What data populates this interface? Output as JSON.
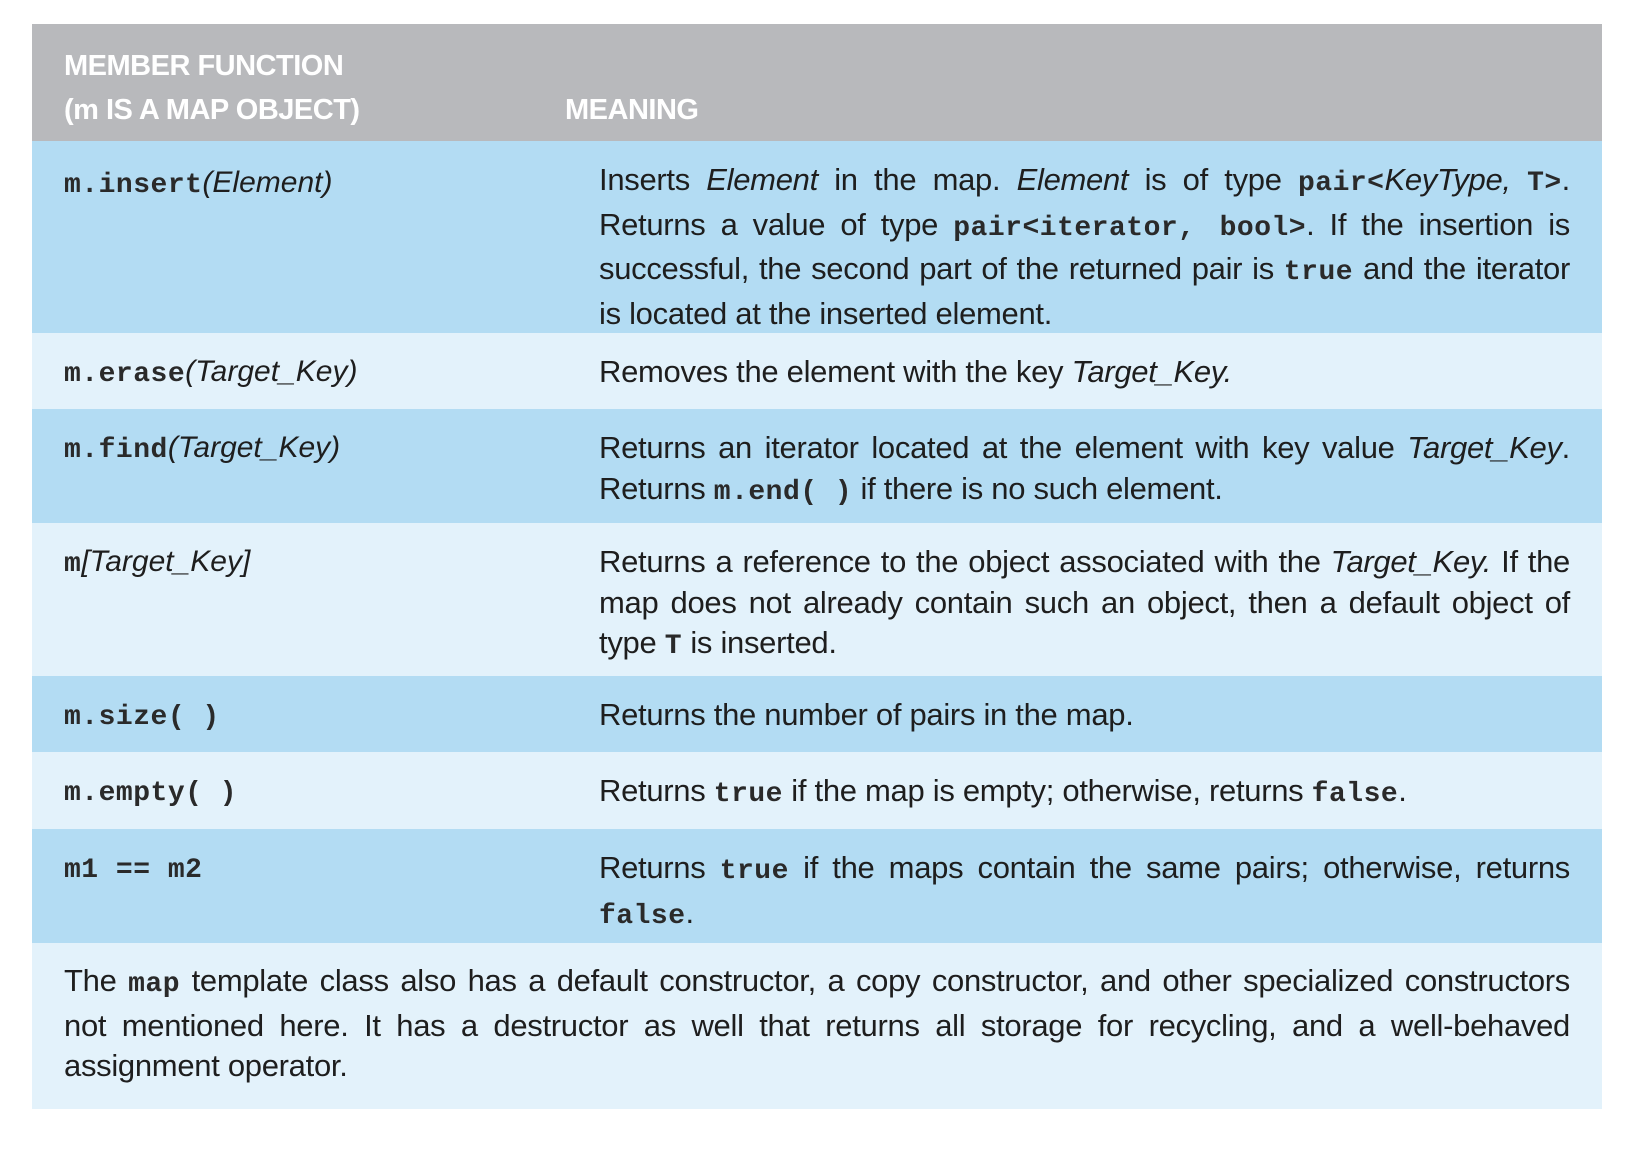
{
  "header": {
    "col1_line1": "MEMBER FUNCTION",
    "col1_line2": "(m IS A MAP OBJECT)",
    "col2": "MEANING"
  },
  "rows": [
    {
      "fn_mono": "m.insert",
      "fn_ital": "(Element)",
      "desc": {
        "p1": "Inserts ",
        "i1": "Element",
        "p2": " in the map. ",
        "i2": "Element",
        "p3": " is of type ",
        "m1": "pair<",
        "i3": "KeyType,",
        "m2": "T>",
        "p4": ". Returns a value of type ",
        "m3": "pair<iterator, bool>",
        "p5": ". If the insertion is successful, the second part of the returned pair is ",
        "m4": "true",
        "p6": " and the iterator is located at the inserted element."
      }
    },
    {
      "fn_mono": "m.erase",
      "fn_ital": "(Target_Key)",
      "desc": {
        "p1": "Removes the element with the key ",
        "i1": "Target_Key."
      }
    },
    {
      "fn_mono": "m.find",
      "fn_ital": "(Target_Key)",
      "desc": {
        "p1": "Returns an iterator located at the element with key value ",
        "i1": "Target_Key",
        "p2": ". Returns ",
        "m1": "m.end( )",
        "p3": " if there is no such element."
      }
    },
    {
      "fn_mono": "m",
      "fn_ital": "[Target_Key]",
      "desc": {
        "p1": "Returns a reference to the object associated with the ",
        "i1": "Target_Key.",
        "p2": " If the map does not already contain such an object, then a default object of type ",
        "m1": "T",
        "p3": " is inserted."
      }
    },
    {
      "fn_mono": "m.size( )",
      "desc": {
        "p1": "Returns the number of pairs in the map."
      }
    },
    {
      "fn_mono": "m.empty( )",
      "desc": {
        "p1": "Returns ",
        "m1": "true",
        "p2": " if the map is empty; otherwise, returns ",
        "m2": "false",
        "p3": "."
      }
    },
    {
      "fn_mono": "m1 == m2",
      "desc": {
        "p1": "Returns ",
        "m1": "true",
        "p2": " if the maps contain the same pairs; otherwise, returns ",
        "m2": "false",
        "p3": "."
      }
    }
  ],
  "footer": {
    "p1": "The ",
    "m1": "map",
    "p2": " template class also has a default constructor, a copy constructor, and other specialized constructors not mentioned here. It has a destructor as well that returns all storage for recycling, and a well-behaved assignment operator."
  }
}
